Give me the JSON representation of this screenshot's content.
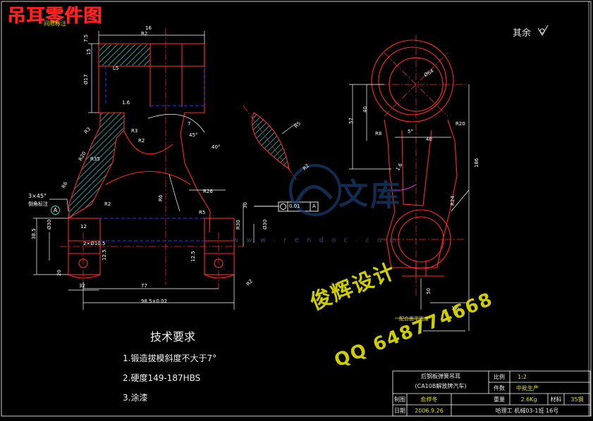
{
  "title": "吊耳零件图",
  "surface_note": "其余",
  "labels": {
    "spring_gap": "间隙标注",
    "chamfer": "3×45°",
    "chamfer_note": "倒角标注",
    "datum": "A",
    "fit_label": "配合面平面度",
    "tol_flatness": "0.01",
    "tol_datum": "A"
  },
  "dims": {
    "d_r2": "R2",
    "d_16": "16",
    "d_75": "7.5",
    "d_15": "15",
    "d_l5": "L5",
    "d_phi": "Ø17",
    "d_16b": "1.6",
    "d_r3a": "R3",
    "d_r3b": "R3",
    "d_r2b": "R2",
    "d_r20": "R20",
    "d_r35": "R35",
    "d_r6": "R6",
    "d_r2c": "R2",
    "d_45": "45°",
    "d_7": "7",
    "d_40": "40°",
    "d_r5": "R5",
    "d_r26": "R26",
    "d_r6b": "R6",
    "d_r2d": "R2",
    "d_30": "30",
    "d_r30": "R30",
    "d_12": "12",
    "d_phi_l": "Ø30",
    "d_385": "38.5",
    "d_2x105": "2×Ø10.5",
    "d_125": "12.5",
    "d_20": "20",
    "d_32": "32",
    "d_77": "77",
    "d_985": "98.5±0.02",
    "d_125b": "12.5",
    "d_r2e": "R2",
    "d_phi_r": "Ø30",
    "d_r58": "R5",
    "d_phi64": "Ø64",
    "d_r8": "R8",
    "d_5": "5°",
    "d_r20b": "R20",
    "d_57": "57",
    "d_40b": "40",
    "d_40c": "40",
    "d_16c": "1.6",
    "d_186": "186",
    "d_r24": "R24",
    "d_50": "50",
    "d_16d": "1.6"
  },
  "tech": {
    "heading": "技术要求",
    "item1": "1.锻造拔模斜度不大于7°",
    "item2": "2.硬度149-187HBS",
    "item3": "3.涂漆"
  },
  "watermarks": {
    "line1": "俊辉设计",
    "line2": "QQ 648774668",
    "url": "w w w . r e n d o c . c o m"
  },
  "title_block": {
    "name_1": "后钢板弹簧吊耳",
    "name_2": "(CA10B解放牌汽车)",
    "scale_label": "比例",
    "scale_value": "1:2",
    "qty_label": "件数",
    "qty_value": "中批生产",
    "drawn_label": "制图",
    "drawn_value": "俞梓冬",
    "weight_label": "重量",
    "weight_value": "2.6Kg",
    "material_label": "材料",
    "material_value": "35钢",
    "date_label": "日期",
    "date_value": "2006.9.26",
    "org_value": "哈理工 机械03-1班 16号"
  },
  "colors": {
    "outline": "#ff2828",
    "dim": "#ffffff",
    "hatch": "#20e0e0",
    "hidden": "#3030ff",
    "center": "#ff2828",
    "leader": "#e0e000",
    "title": "#ff2020"
  }
}
